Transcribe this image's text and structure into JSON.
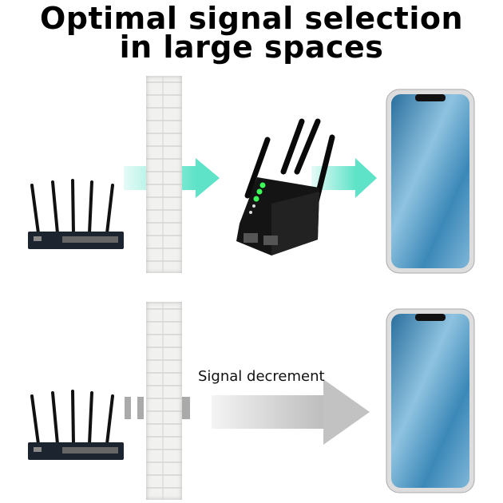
{
  "title": {
    "line1": "Optimal signal selection",
    "line2": "in large spaces"
  },
  "bottom_scene": {
    "label": "Signal decrement"
  },
  "colors": {
    "signal_arrow": "#7fe8d6",
    "weak_arrow": "#c8c8c8",
    "led": "#3dff5a"
  }
}
